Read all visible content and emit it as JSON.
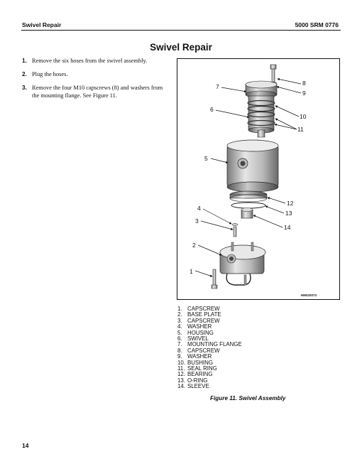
{
  "header": {
    "section": "Swivel Repair",
    "doc_number": "5000 SRM 0776"
  },
  "title": "Swivel Repair",
  "steps": [
    {
      "num": "1.",
      "text": "Remove the six hoses from the swivel assembly."
    },
    {
      "num": "2.",
      "text": "Plug the hoses."
    },
    {
      "num": "3.",
      "text": "Remove the four M10 capscrews (8) and wash­ers from the mounting flange. See Figure 11."
    }
  ],
  "figure": {
    "code": "HM020073",
    "callouts": [
      "1",
      "2",
      "3",
      "4",
      "5",
      "6",
      "7",
      "8",
      "9",
      "10",
      "11",
      "12",
      "13",
      "14"
    ],
    "legend": [
      {
        "num": "1.",
        "label": "CAPSCREW"
      },
      {
        "num": "2.",
        "label": "BASE PLATE"
      },
      {
        "num": "3.",
        "label": "CAPSCREW"
      },
      {
        "num": "4.",
        "label": "WASHER"
      },
      {
        "num": "5.",
        "label": "HOUSING"
      },
      {
        "num": "6.",
        "label": "SWIVEL"
      },
      {
        "num": "7.",
        "label": "MOUNTING FLANGE"
      },
      {
        "num": "8.",
        "label": "CAPSCREW"
      },
      {
        "num": "9.",
        "label": "WASHER"
      },
      {
        "num": "10.",
        "label": "BUSHING"
      },
      {
        "num": "11.",
        "label": "SEAL RING"
      },
      {
        "num": "12.",
        "label": "BEARING"
      },
      {
        "num": "13.",
        "label": "O-RING"
      },
      {
        "num": "14.",
        "label": "SLEEVE"
      }
    ],
    "caption": "Figure 11. Swivel Assembly"
  },
  "footer": {
    "page_number": "14"
  }
}
